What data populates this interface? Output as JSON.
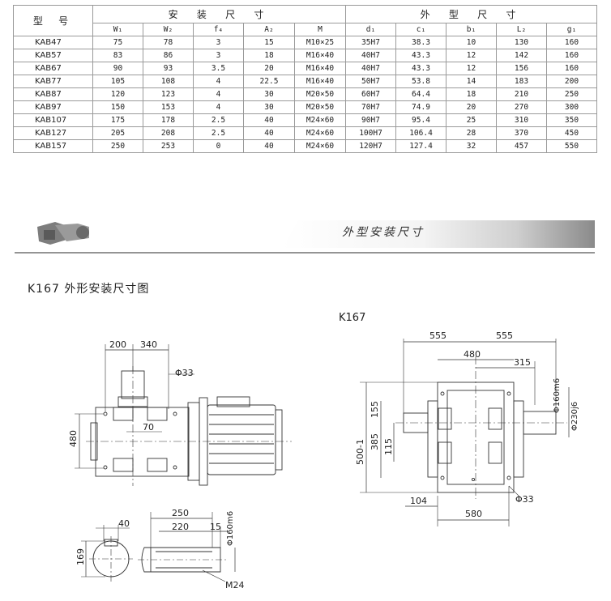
{
  "table": {
    "model_header": "型 号",
    "group_install": "安 装 尺 寸",
    "group_outline": "外 型 尺 寸",
    "columns": [
      "W₁",
      "W₂",
      "f₄",
      "A₂",
      "M",
      "d₁",
      "c₁",
      "b₁",
      "L₂",
      "g₁"
    ],
    "rows": [
      [
        "KAB47",
        "75",
        "78",
        "3",
        "15",
        "M10×25",
        "35H7",
        "38.3",
        "10",
        "130",
        "160"
      ],
      [
        "KAB57",
        "83",
        "86",
        "3",
        "18",
        "M16×40",
        "40H7",
        "43.3",
        "12",
        "142",
        "160"
      ],
      [
        "KAB67",
        "90",
        "93",
        "3.5",
        "20",
        "M16×40",
        "40H7",
        "43.3",
        "12",
        "156",
        "160"
      ],
      [
        "KAB77",
        "105",
        "108",
        "4",
        "22.5",
        "M16×40",
        "50H7",
        "53.8",
        "14",
        "183",
        "200"
      ],
      [
        "KAB87",
        "120",
        "123",
        "4",
        "30",
        "M20×50",
        "60H7",
        "64.4",
        "18",
        "210",
        "250"
      ],
      [
        "KAB97",
        "150",
        "153",
        "4",
        "30",
        "M20×50",
        "70H7",
        "74.9",
        "20",
        "270",
        "300"
      ],
      [
        "KAB107",
        "175",
        "178",
        "2.5",
        "40",
        "M24×60",
        "90H7",
        "95.4",
        "25",
        "310",
        "350"
      ],
      [
        "KAB127",
        "205",
        "208",
        "2.5",
        "40",
        "M24×60",
        "100H7",
        "106.4",
        "28",
        "370",
        "450"
      ],
      [
        "KAB157",
        "250",
        "253",
        "0",
        "40",
        "M24×60",
        "120H7",
        "127.4",
        "32",
        "457",
        "550"
      ]
    ]
  },
  "banner": {
    "title": "外型安装尺寸"
  },
  "drawing_left": {
    "heading": "K167 外形安装尺寸图",
    "dims": {
      "d200": "200",
      "d340": "340",
      "phi33": "Φ33",
      "d70": "70",
      "d480": "480"
    }
  },
  "drawing_right": {
    "heading": "K167",
    "dims": {
      "d555a": "555",
      "d555b": "555",
      "d480": "480",
      "d315": "315",
      "phi160": "Φ160m6",
      "phi230": "Φ230j6",
      "d155": "155",
      "d385": "385",
      "d115": "115",
      "d500": "500-1",
      "d104": "104",
      "d580": "580",
      "phi33": "Φ33"
    }
  },
  "drawing_shaft": {
    "dims": {
      "d40": "40",
      "d169": "169",
      "d250": "250",
      "d220": "220",
      "d15": "15",
      "phi160": "Φ160m6",
      "m24": "M24"
    }
  },
  "colors": {
    "line": "#333333",
    "grid": "#9a9a9a",
    "band_dark": "#777777",
    "band_light": "#f2f2f2"
  }
}
